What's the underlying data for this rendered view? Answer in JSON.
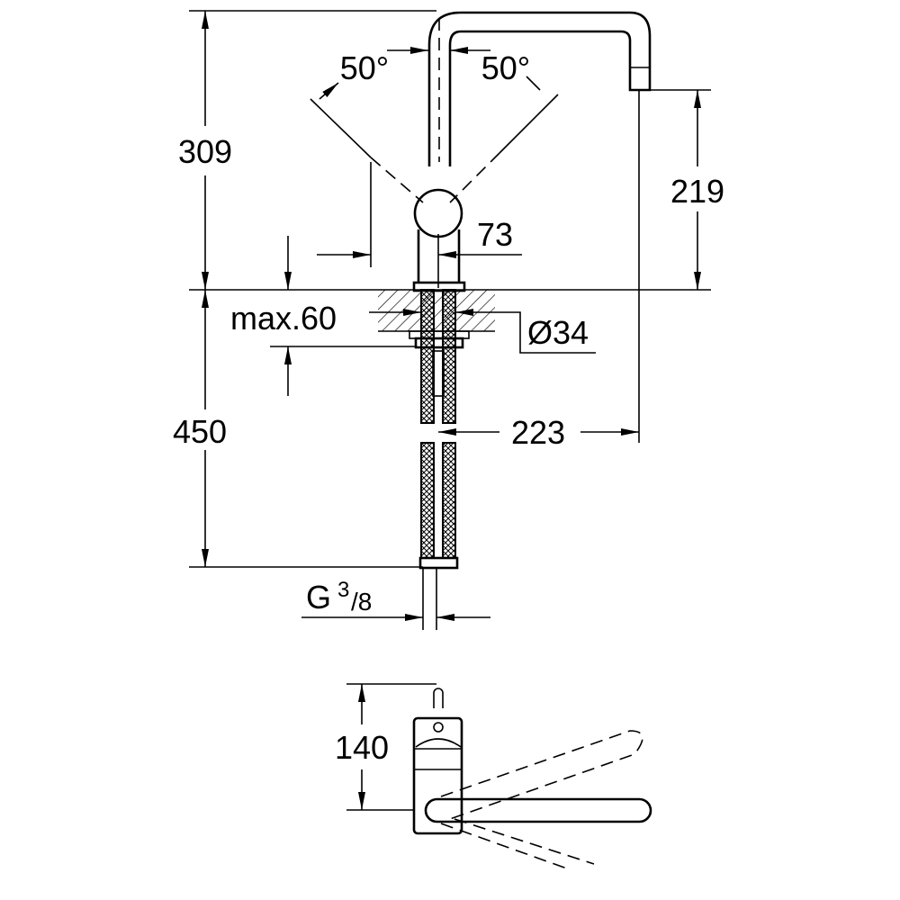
{
  "drawing": {
    "dimensions": {
      "height_total": "309",
      "spout_height": "219",
      "handle_angle_left": "50°",
      "handle_angle_right": "50°",
      "handle_offset": "73",
      "max_counter_thickness": "max.60",
      "hole_diameter": "Ø34",
      "hose_length": "450",
      "spout_reach": "223",
      "connection_thread_base": "G",
      "connection_thread_num": "3",
      "connection_thread_den": "/8",
      "top_view_depth": "140"
    },
    "colors": {
      "line": "#000000",
      "background": "#ffffff"
    }
  }
}
